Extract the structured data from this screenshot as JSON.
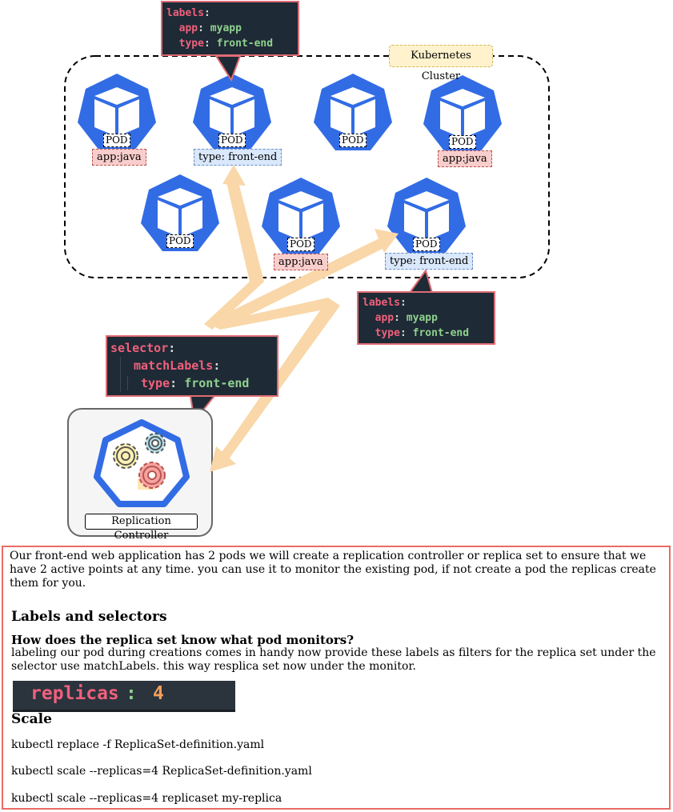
{
  "cluster": {
    "label": "Kubernetes Cluster"
  },
  "pods": [
    {
      "id": "pod1",
      "label": "POD",
      "tag": "app:java",
      "tag_style": "red"
    },
    {
      "id": "pod2",
      "label": "POD",
      "tag": "type: front-end",
      "tag_style": "blue"
    },
    {
      "id": "pod3",
      "label": "POD",
      "tag": "",
      "tag_style": ""
    },
    {
      "id": "pod4",
      "label": "POD",
      "tag": "app:java",
      "tag_style": "red"
    },
    {
      "id": "pod5",
      "label": "POD",
      "tag": "",
      "tag_style": ""
    },
    {
      "id": "pod6",
      "label": "POD",
      "tag": "app:java",
      "tag_style": "red"
    },
    {
      "id": "pod7",
      "label": "POD",
      "tag": "type: front-end",
      "tag_style": "blue"
    }
  ],
  "callout_top": {
    "l1_key": "labels",
    "l1_punct": ":",
    "l2_key": "app",
    "l2_punct": ": ",
    "l2_val": "myapp",
    "l3_key": "type",
    "l3_punct": ": ",
    "l3_val": "front-end"
  },
  "callout_right": {
    "l1_key": "labels",
    "l1_punct": ":",
    "l2_key": "app",
    "l2_punct": ": ",
    "l2_val": "myapp",
    "l3_key": "type",
    "l3_punct": ": ",
    "l3_val": "front-end"
  },
  "callout_selector": {
    "l1_key": "selector",
    "l1_punct": ":",
    "l2_key": "matchLabels",
    "l2_punct": ":",
    "l3_key": "type",
    "l3_punct": ": ",
    "l3_val": "front-end"
  },
  "controller": {
    "label": "Replication Controller"
  },
  "notes": {
    "intro": "Our front-end web application has 2 pods we will create a replication controller or replica set to ensure that we have 2 active points at any time. you can use it to monitor the existing pod, if not create a pod the replicas create them for you.",
    "heading": "Labels and selectors",
    "question": "How does the replica set know what pod monitors?",
    "answer": "labeling our pod during creations comes in handy now provide these labels as filters for the replica set under the selector use matchLabels. this way resplica set now under the monitor.",
    "replicas_key": "replicas",
    "replicas_punct": ":",
    "replicas_value": "4",
    "scale_heading": "Scale",
    "commands": [
      "kubectl replace -f ReplicaSet-definition.yaml",
      "kubectl scale  --replicas=4 ReplicaSet-definition.yaml",
      "kubectl scale --replicas=4 replicaset my-replica"
    ]
  },
  "colors": {
    "k8s_blue": "#326ce5",
    "arrow": "#f9d7a8",
    "callout_bg": "#1e2a35",
    "callout_border": "#e06c75"
  }
}
